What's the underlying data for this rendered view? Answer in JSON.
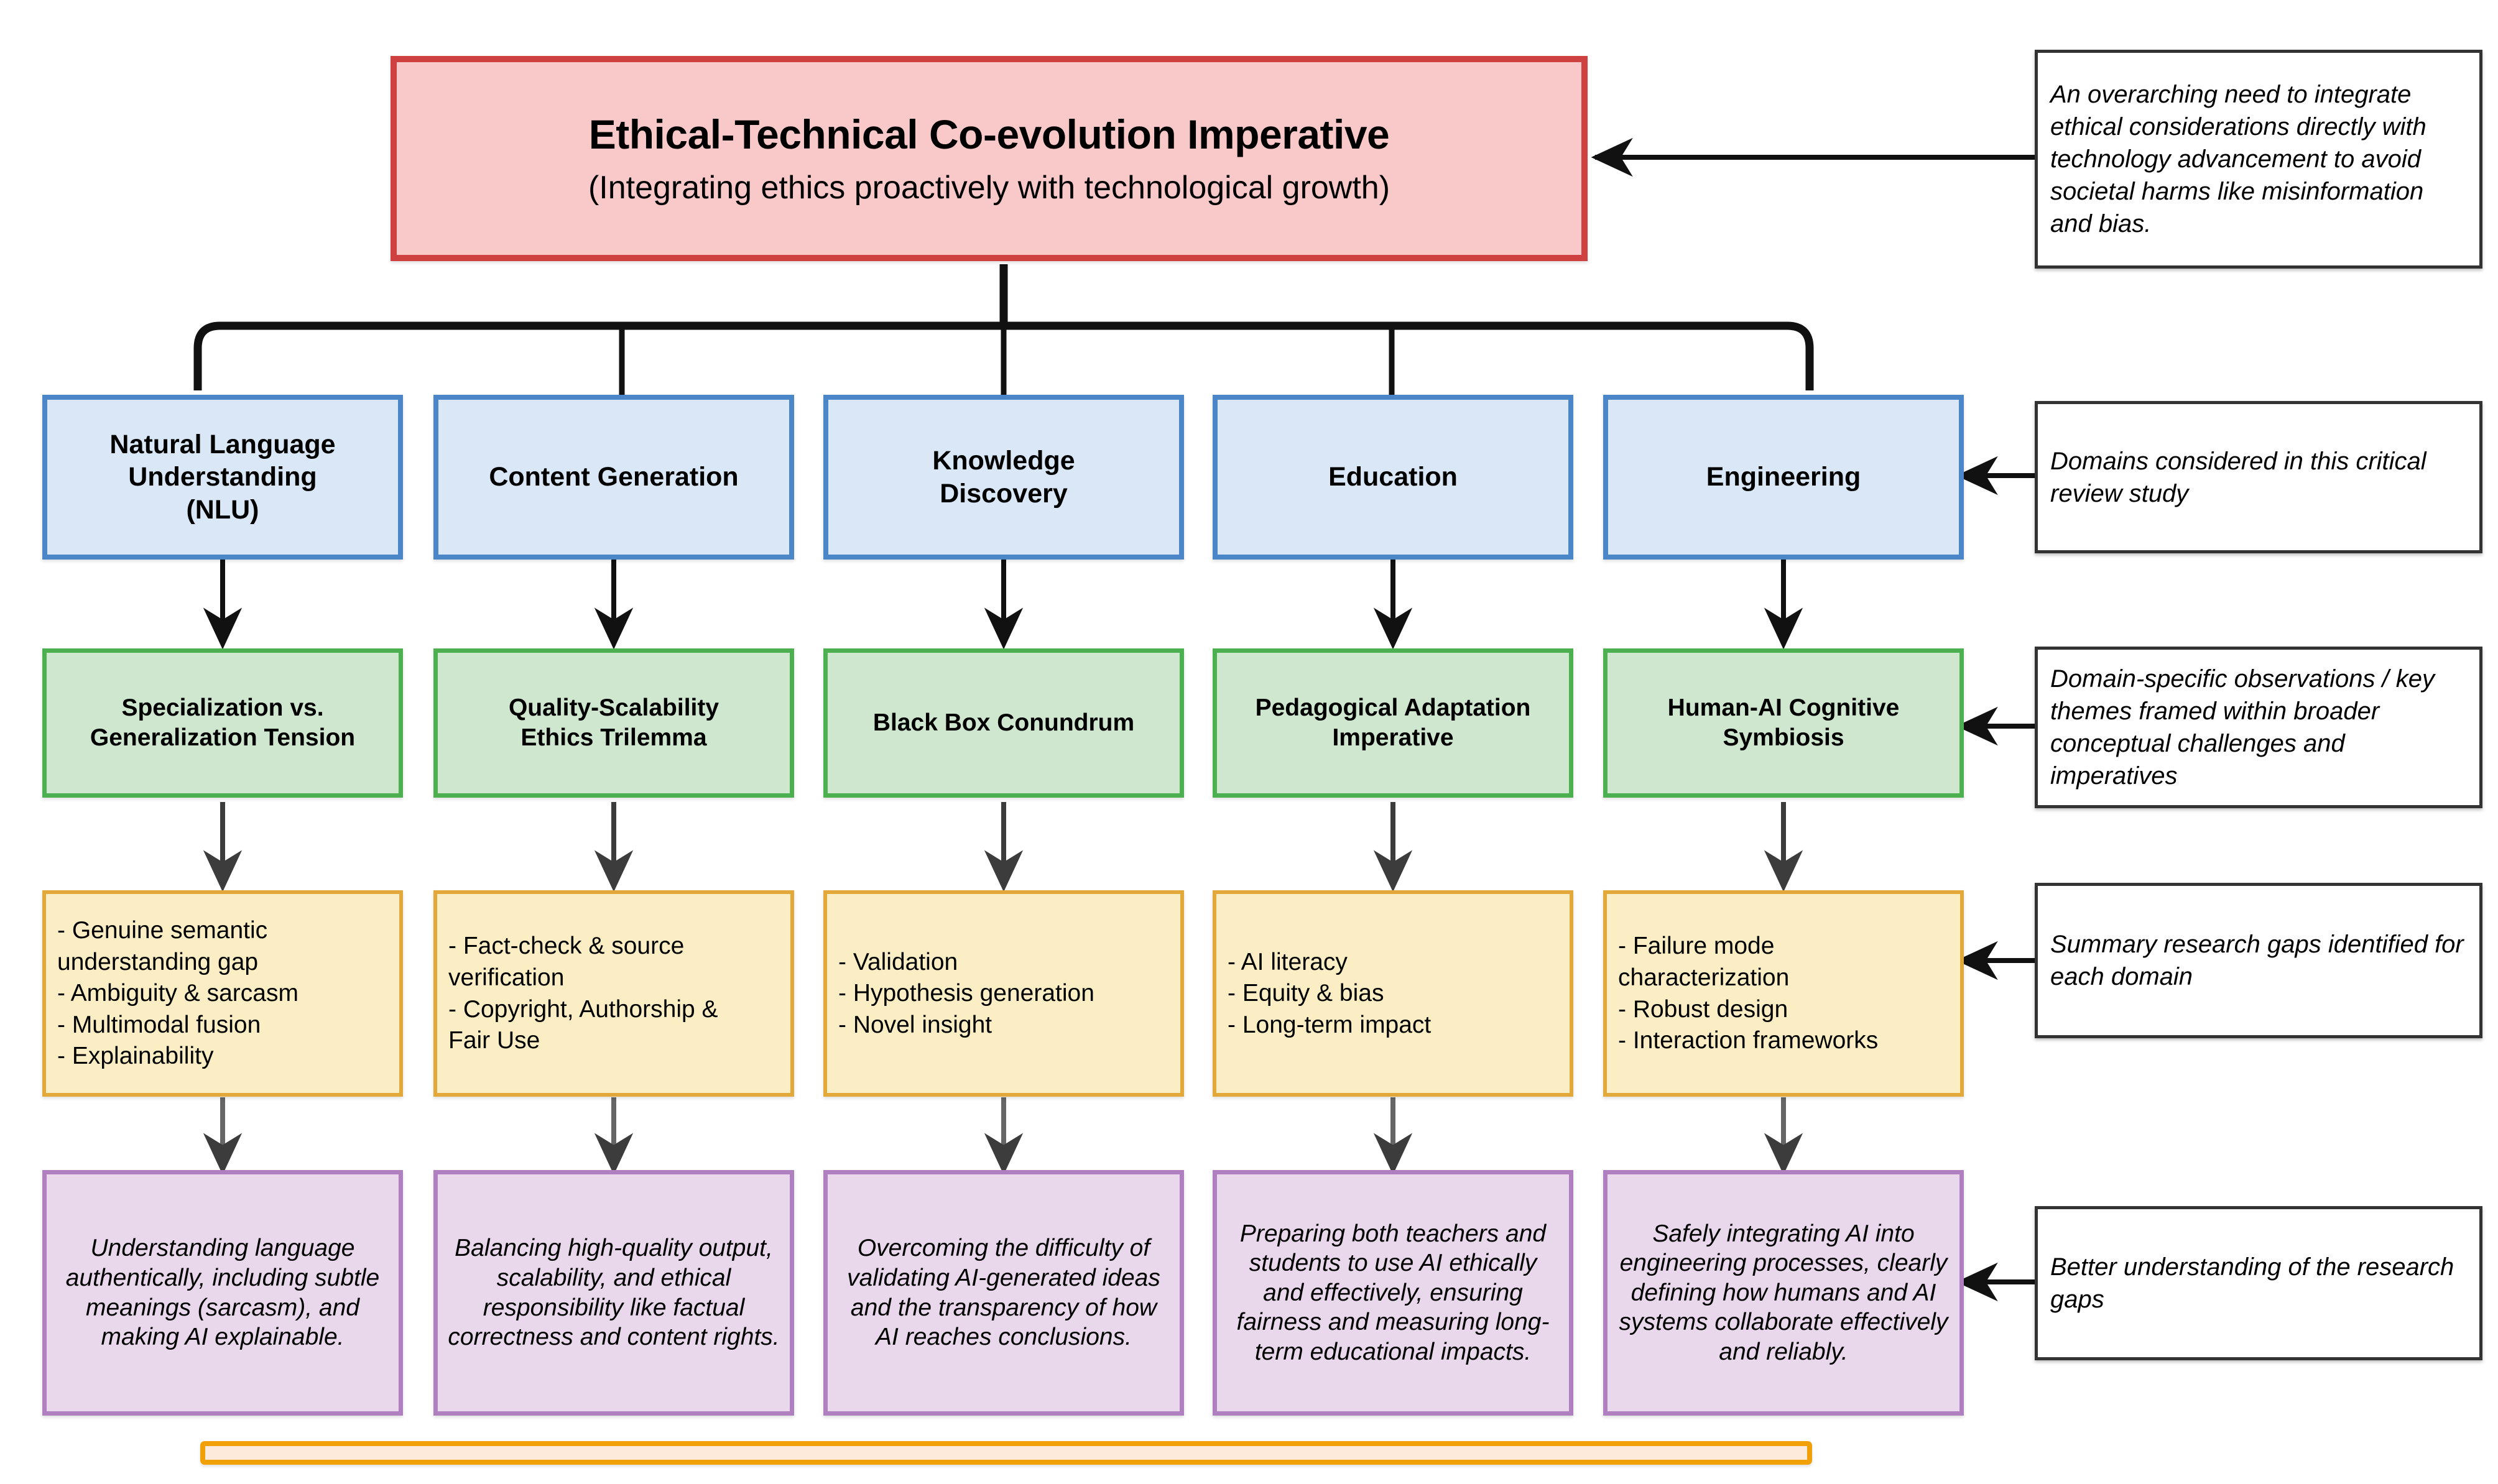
{
  "diagram": {
    "root": {
      "title": "Ethical-Technical Co-evolution Imperative",
      "subtitle": "(Integrating ethics proactively with technological growth)",
      "fill": "#f9c9c9",
      "border": "#cf4040"
    },
    "colors": {
      "domain_fill": "#d9e7f7",
      "domain_border": "#4a86c8",
      "theme_fill": "#cfe6cf",
      "theme_border": "#4cb050",
      "gaps_fill": "#fbeec4",
      "gaps_border": "#e2a93a",
      "summary_fill": "#e9d7ec",
      "summary_border": "#b07fc0",
      "note_border": "#333333",
      "bar_fill": "#fdeada",
      "bar_border": "#f2a007",
      "connector": "#000000"
    },
    "columns": [
      {
        "domain": "Natural Language\nUnderstanding\n(NLU)",
        "domain_lines": [
          "Natural Language",
          "Understanding",
          "(NLU)"
        ],
        "theme": "Specialization vs.\nGeneralization Tension",
        "theme_lines": [
          "Specialization vs.",
          "Generalization Tension"
        ],
        "gaps": [
          "- Genuine semantic",
          "understanding gap",
          "- Ambiguity & sarcasm",
          "- Multimodal fusion",
          "- Explainability"
        ],
        "summary": "Understanding language authentically, including subtle meanings (sarcasm), and making AI explainable."
      },
      {
        "domain": "Content Generation",
        "domain_lines": [
          "Content Generation"
        ],
        "theme": "Quality-Scalability\nEthics Trilemma",
        "theme_lines": [
          "Quality-Scalability",
          "Ethics Trilemma"
        ],
        "gaps": [
          "- Fact-check & source",
          "verification",
          "- Copyright, Authorship &",
          "Fair Use"
        ],
        "summary": "Balancing high-quality output, scalability, and ethical responsibility like factual correctness and content rights."
      },
      {
        "domain": "Knowledge\nDiscovery",
        "domain_lines": [
          "Knowledge",
          "Discovery"
        ],
        "theme": "Black Box Conundrum",
        "theme_lines": [
          "Black Box Conundrum"
        ],
        "gaps": [
          "- Validation",
          "- Hypothesis generation",
          "- Novel insight"
        ],
        "summary": "Overcoming the difficulty of validating AI-generated ideas and the transparency of how AI reaches conclusions."
      },
      {
        "domain": "Education",
        "domain_lines": [
          "Education"
        ],
        "theme": "Pedagogical Adaptation\nImperative",
        "theme_lines": [
          "Pedagogical Adaptation",
          "Imperative"
        ],
        "gaps": [
          "- AI literacy",
          "- Equity & bias",
          "- Long-term impact"
        ],
        "summary": "Preparing both teachers and students to use AI ethically and effectively, ensuring fairness and measuring long-term educational impacts."
      },
      {
        "domain": "Engineering",
        "domain_lines": [
          "Engineering"
        ],
        "theme": "Human-AI Cognitive\nSymbiosis",
        "theme_lines": [
          "Human-AI Cognitive",
          "Symbiosis"
        ],
        "gaps": [
          "- Failure mode",
          "characterization",
          "- Robust design",
          "- Interaction frameworks"
        ],
        "summary": "Safely integrating AI into engineering processes, clearly defining how humans and AI systems collaborate effectively and reliably."
      }
    ],
    "notes": [
      {
        "id": "note-root",
        "text": "An overarching need to integrate ethical considerations directly with technology advancement to avoid societal harms like misinformation and bias."
      },
      {
        "id": "note-domains",
        "text": "Domains considered in this critical review study"
      },
      {
        "id": "note-themes",
        "text": "Domain-specific observations / key themes framed within broader conceptual challenges and imperatives"
      },
      {
        "id": "note-gaps",
        "text": "Summary research gaps identified for each domain"
      },
      {
        "id": "note-summaries",
        "text": "Better understanding of the research gaps"
      }
    ],
    "footer_bar": {
      "label": ""
    }
  }
}
